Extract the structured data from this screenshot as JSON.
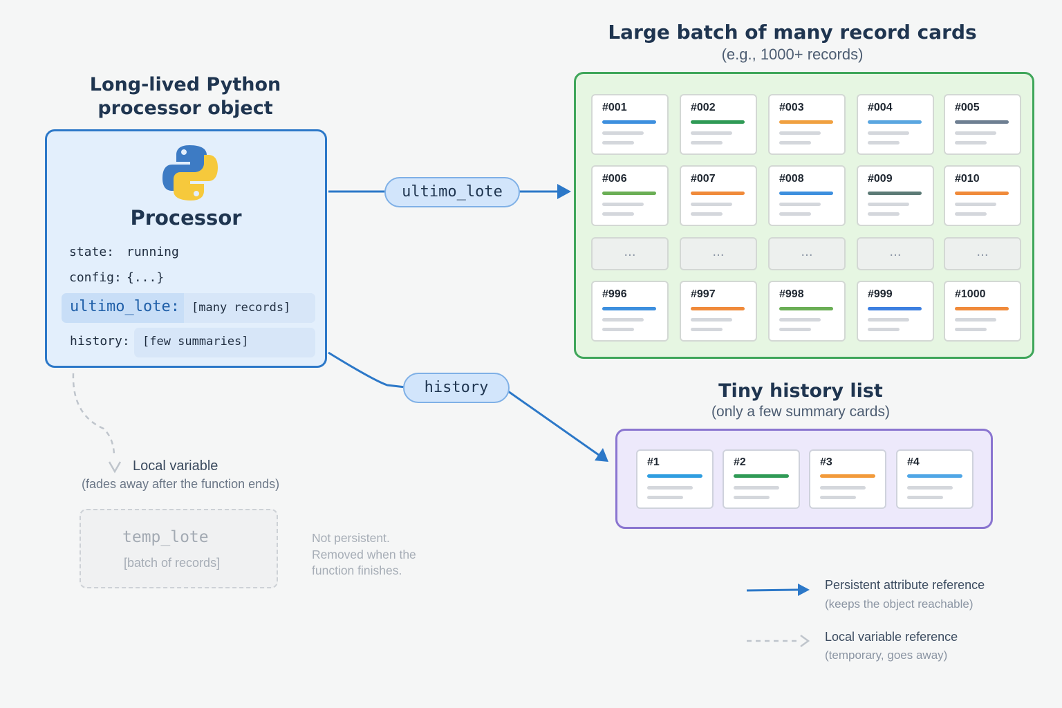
{
  "processor": {
    "title_line1": "Long-lived Python",
    "title_line2": "processor object",
    "name": "Processor",
    "fields": {
      "state_key": "state:",
      "state_val": "running",
      "config_key": "config:",
      "config_val": "{...}",
      "ultimo_key": "ultimo_lote:",
      "ultimo_val": "[many records]",
      "history_key": "history:",
      "history_val": "[few summaries]"
    }
  },
  "connectors": {
    "ultimo_label": "ultimo_lote",
    "history_label": "history"
  },
  "batch": {
    "title": "Large batch of many record cards",
    "subtitle": "(e.g., 1000+ records)",
    "rows": [
      [
        {
          "label": "#001",
          "color": "#3d8fde"
        },
        {
          "label": "#002",
          "color": "#2f9a55"
        },
        {
          "label": "#003",
          "color": "#f0a040"
        },
        {
          "label": "#004",
          "color": "#5aa6e0"
        },
        {
          "label": "#005",
          "color": "#6e7f92"
        }
      ],
      [
        {
          "label": "#006",
          "color": "#6aae55"
        },
        {
          "label": "#007",
          "color": "#f08a3a"
        },
        {
          "label": "#008",
          "color": "#3d8fde"
        },
        {
          "label": "#009",
          "color": "#5c7a76"
        },
        {
          "label": "#010",
          "color": "#f08a3a"
        }
      ],
      [
        {
          "label": "#996",
          "color": "#3d8fde"
        },
        {
          "label": "#997",
          "color": "#f08a3a"
        },
        {
          "label": "#998",
          "color": "#6aae55"
        },
        {
          "label": "#999",
          "color": "#3d7fe0"
        },
        {
          "label": "#1000",
          "color": "#f08a3a"
        }
      ]
    ],
    "ellipsis": "..."
  },
  "history": {
    "title": "Tiny history list",
    "subtitle": "(only a few summary cards)",
    "cards": [
      {
        "label": "#1",
        "color": "#2f9de0"
      },
      {
        "label": "#2",
        "color": "#2f9a55"
      },
      {
        "label": "#3",
        "color": "#f29a3a"
      },
      {
        "label": "#4",
        "color": "#4fa6e6"
      }
    ]
  },
  "local": {
    "title": "Local variable",
    "subtitle": "(fades away after the function ends)",
    "var_name": "temp_lote",
    "var_val": "[batch of records]",
    "note_line1": "Not persistent.",
    "note_line2": "Removed when the",
    "note_line3": "function finishes."
  },
  "legend": {
    "persistent_label": "Persistent attribute reference",
    "persistent_sub": "(keeps the object reachable)",
    "local_label": "Local variable reference",
    "local_sub": "(temporary, goes away)"
  }
}
